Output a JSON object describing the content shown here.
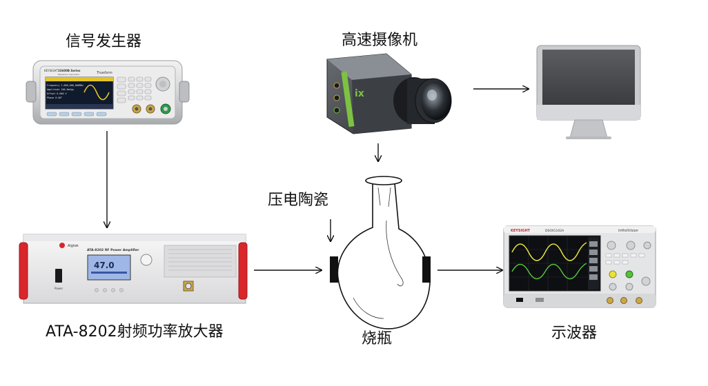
{
  "labels": {
    "signal_generator": "信号发生器",
    "high_speed_camera": "高速摄像机",
    "piezo_ceramic": "压电陶瓷",
    "amplifier": "ATA-8202射频功率放大器",
    "flask": "烧瓶",
    "oscilloscope": "示波器"
  },
  "device_text": {
    "sg_brand": "KEYSIGHT",
    "sg_model": "33600B Series",
    "sg_model_sub": "Waveform Generator",
    "sg_trueform": "Trueform",
    "sg_lcd_freq": "Frequency  1.000,000,000MHz",
    "sg_lcd_ampl": "Amplitude  100.0mVpp",
    "sg_lcd_offset": "Offset  0.000 V",
    "sg_lcd_phase": "Phase  0.00°",
    "camera_logo": "ix",
    "amp_brand": "Aigtek",
    "amp_title": "ATA-8202  RF Power Amplifier",
    "amp_display": "47.0",
    "amp_power": "Power",
    "osc_brand": "KEYSIGHT",
    "osc_model": "DSOX1102A",
    "osc_series": "InfiniiVision"
  },
  "colors": {
    "arrow": "#111111",
    "amp_handles": "#d9262b",
    "ch1_trace": "#e8e23a",
    "ch2_trace": "#56c03a",
    "camera_accent": "#7dc242"
  }
}
